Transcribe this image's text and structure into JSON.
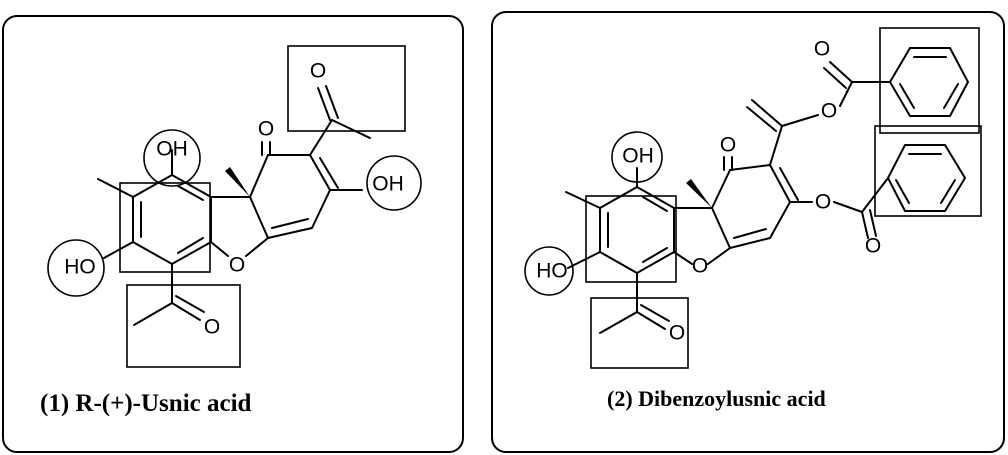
{
  "panels": [
    {
      "caption": "(1) R-(+)-Usnic acid",
      "atoms": {
        "oh_top": "OH",
        "oh_right": "OH",
        "ho_left": "HO",
        "o_ring": "O",
        "o_ketone": "O",
        "o_acetyl_top": "O",
        "o_acetyl_bottom": "O"
      }
    },
    {
      "caption": "(2) Dibenzoylusnic acid",
      "atoms": {
        "oh_top": "OH",
        "ho_left": "HO",
        "o_ring": "O",
        "o_ketone": "O",
        "o_ester_top": "O",
        "o_carbonyl_top": "O",
        "o_ester_right": "O",
        "o_carbonyl_right": "O",
        "o_acetyl_bottom": "O"
      }
    }
  ]
}
